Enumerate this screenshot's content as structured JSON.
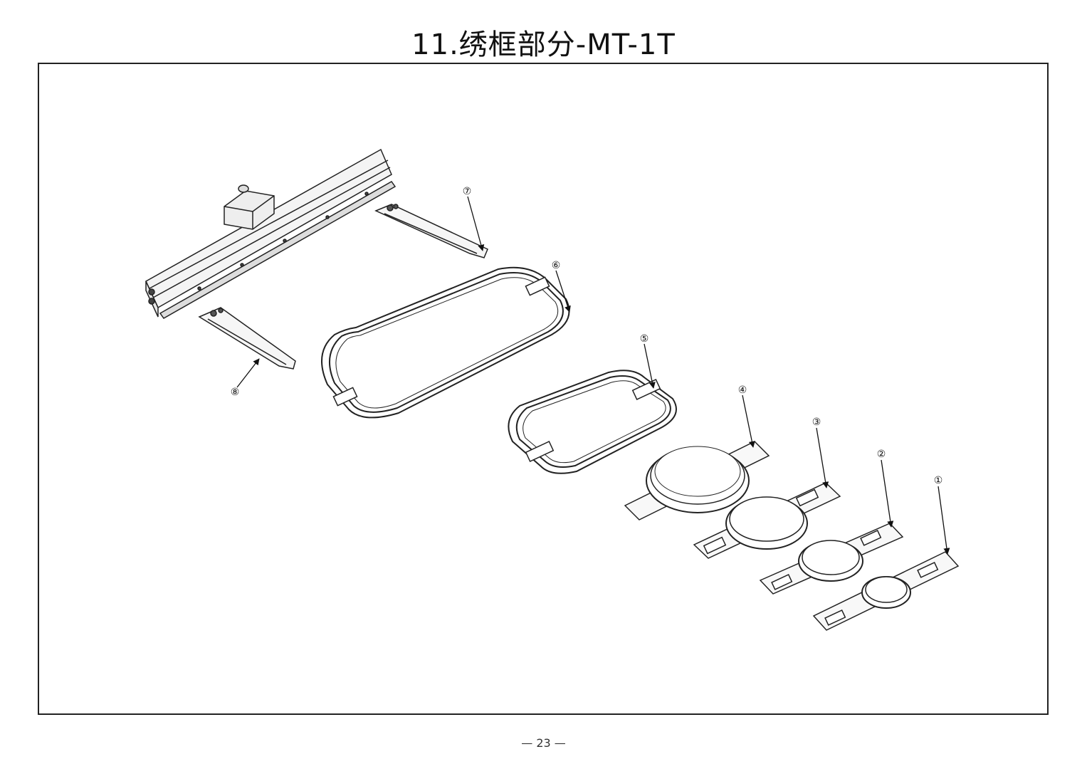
{
  "page": {
    "title": "11.绣框部分-MT-1T",
    "page_number": "— 23 —"
  },
  "callouts": [
    {
      "id": "part-1",
      "label": "①"
    },
    {
      "id": "part-2",
      "label": "②"
    },
    {
      "id": "part-3",
      "label": "③"
    },
    {
      "id": "part-4",
      "label": "④"
    },
    {
      "id": "part-5",
      "label": "⑤"
    },
    {
      "id": "part-6",
      "label": "⑥"
    },
    {
      "id": "part-7",
      "label": "⑦"
    },
    {
      "id": "part-8",
      "label": "⑧"
    }
  ]
}
